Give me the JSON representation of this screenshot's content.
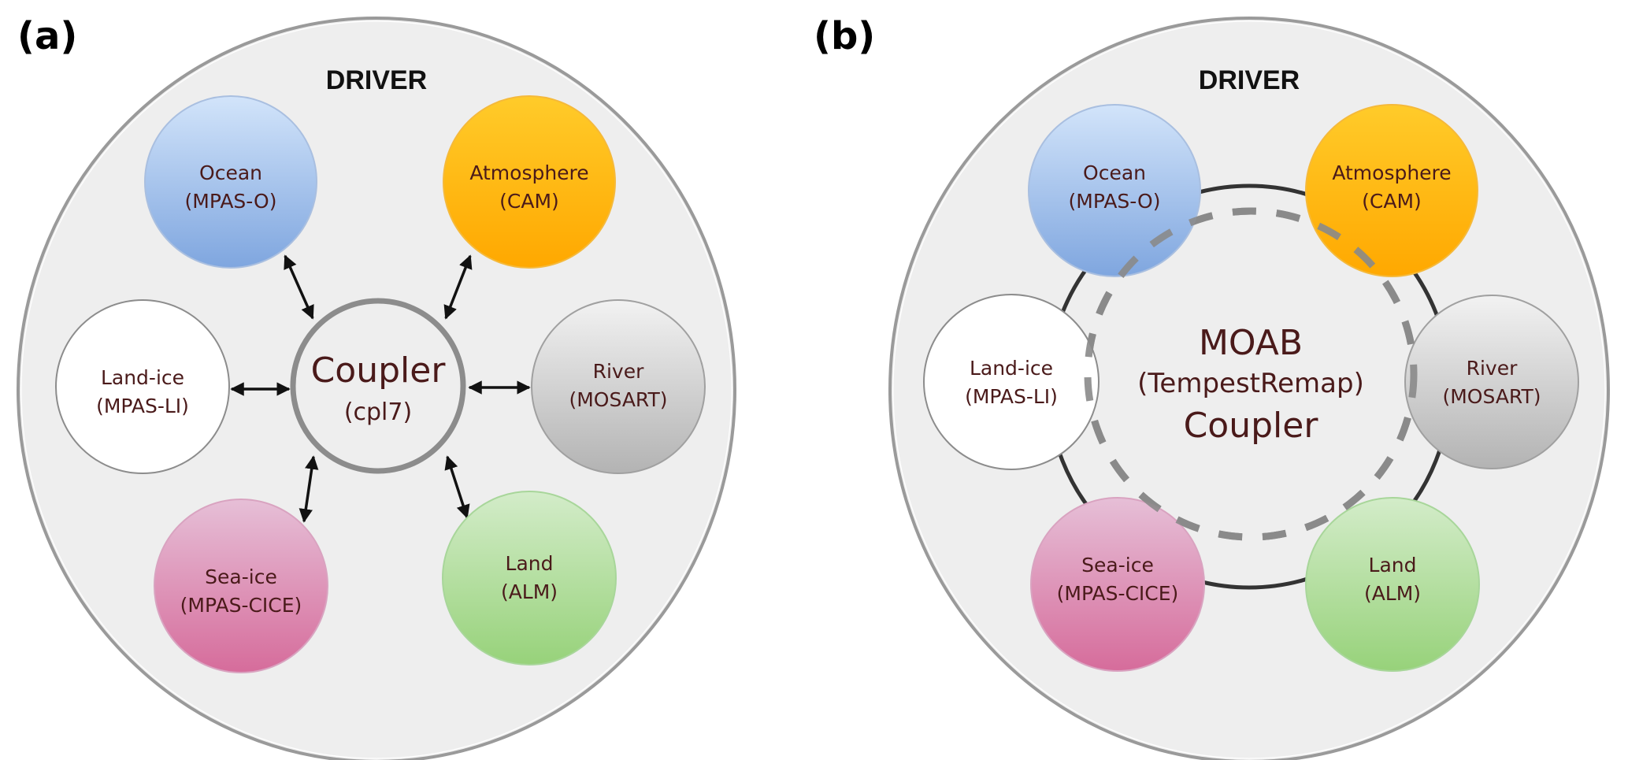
{
  "panels": [
    {
      "id": "a",
      "label": "(a)",
      "driver_label": "DRIVER",
      "coupler": {
        "title": "Coupler",
        "subtitle": "(cpl7)"
      },
      "connection_style": "bidirectional-arrows",
      "components": [
        {
          "key": "ocean",
          "name": "Ocean",
          "model": "(MPAS-O)"
        },
        {
          "key": "atmosphere",
          "name": "Atmosphere",
          "model": "(CAM)"
        },
        {
          "key": "land-ice",
          "name": "Land-ice",
          "model": "(MPAS-LI)"
        },
        {
          "key": "river",
          "name": "River",
          "model": "(MOSART)"
        },
        {
          "key": "sea-ice",
          "name": "Sea-ice",
          "model": "(MPAS-CICE)"
        },
        {
          "key": "land",
          "name": "Land",
          "model": "(ALM)"
        }
      ]
    },
    {
      "id": "b",
      "label": "(b)",
      "driver_label": "DRIVER",
      "coupler": {
        "line1": "MOAB",
        "line2": "(TempestRemap)",
        "line3": "Coupler"
      },
      "connection_style": "solid-ring-and-dashed-ring",
      "components": [
        {
          "key": "ocean",
          "name": "Ocean",
          "model": "(MPAS-O)"
        },
        {
          "key": "atmosphere",
          "name": "Atmosphere",
          "model": "(CAM)"
        },
        {
          "key": "land-ice",
          "name": "Land-ice",
          "model": "(MPAS-LI)"
        },
        {
          "key": "river",
          "name": "River",
          "model": "(MOSART)"
        },
        {
          "key": "sea-ice",
          "name": "Sea-ice",
          "model": "(MPAS-CICE)"
        },
        {
          "key": "land",
          "name": "Land",
          "model": "(ALM)"
        }
      ]
    }
  ],
  "colors": {
    "driver_fill": "#eeeeee",
    "driver_border": "#9a9a9a",
    "text": "#4a1a1a",
    "ocean": [
      "#d2e4fa",
      "#7fa6df"
    ],
    "atmosphere": [
      "#ffcb2a",
      "#ffa800"
    ],
    "land-ice": [
      "#ffffff",
      "#ffffff"
    ],
    "river": [
      "#f2f2f2",
      "#b3b3b3"
    ],
    "sea-ice": [
      "#e6bfd7",
      "#d66c9b"
    ],
    "land": [
      "#d3ecc9",
      "#97d27a"
    ]
  }
}
